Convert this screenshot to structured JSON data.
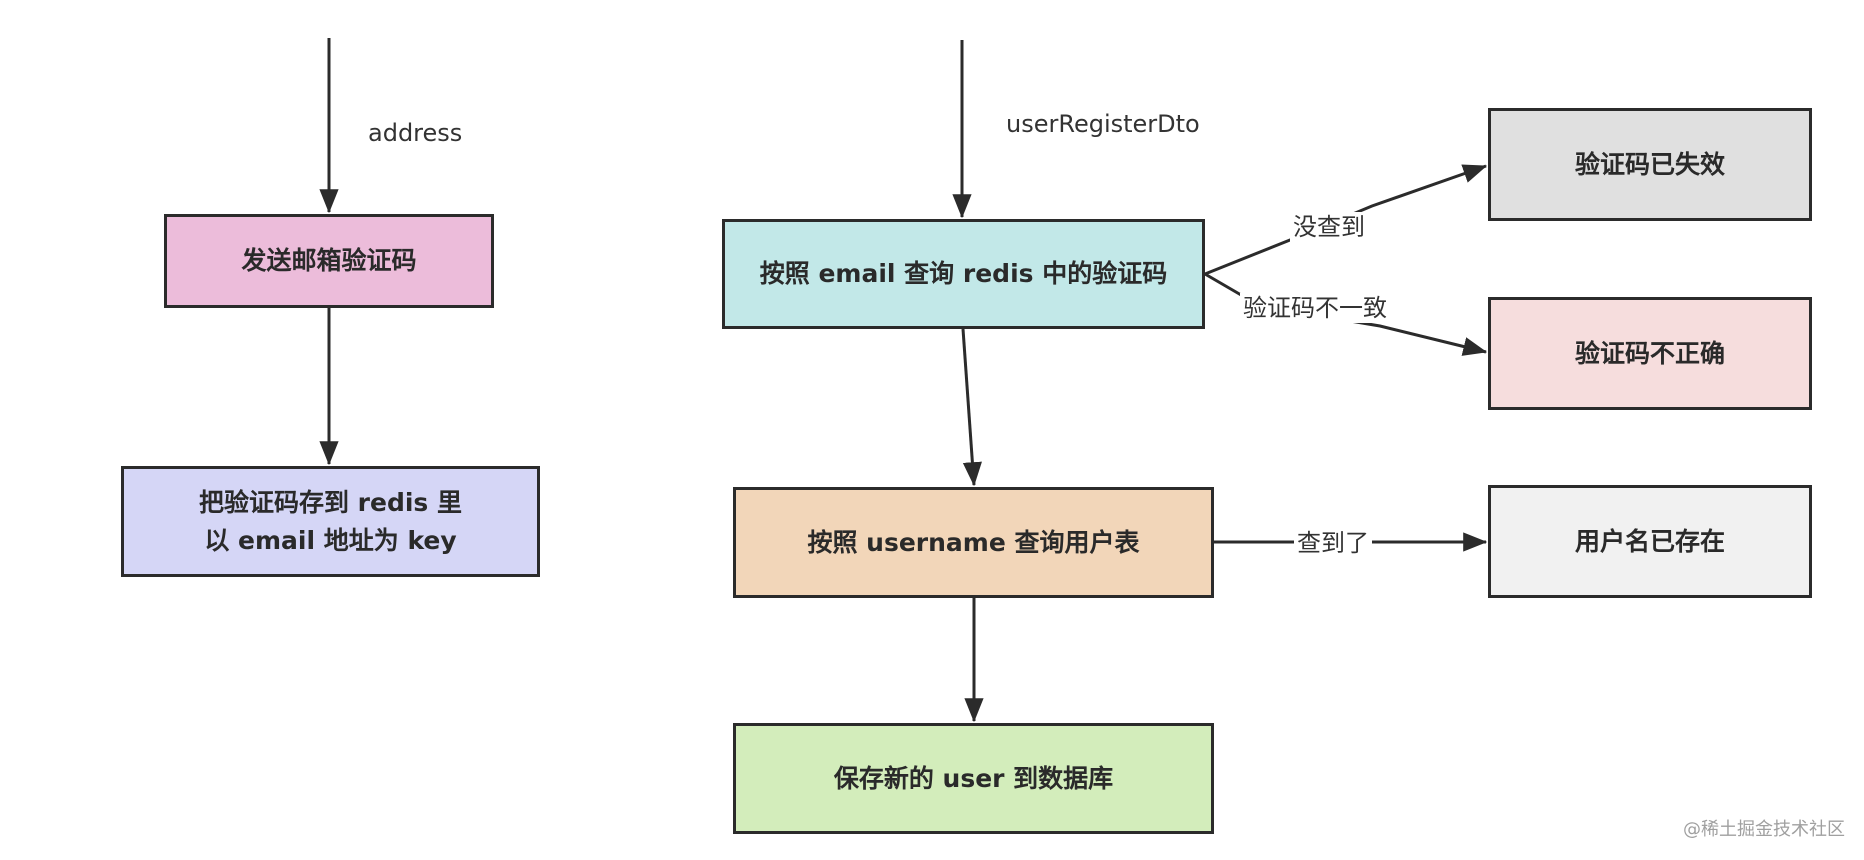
{
  "diagram": {
    "inputs": {
      "address": "address",
      "user_register_dto": "userRegisterDto"
    },
    "boxes": {
      "send_email_code": "发送邮箱验证码",
      "store_code_line1": "把验证码存到 redis 里",
      "store_code_line2": "以 email 地址为 key",
      "query_by_email": "按照 email 查询 redis 中的验证码",
      "query_by_username": "按照 username 查询用户表",
      "save_user": "保存新的 user 到数据库",
      "code_expired": "验证码已失效",
      "code_incorrect": "验证码不正确",
      "username_exists": "用户名已存在"
    },
    "edge_labels": {
      "not_found": "没查到",
      "mismatch": "验证码不一致",
      "found": "查到了"
    },
    "colors": {
      "send_email_code": "#ecbcda",
      "store_code": "#d5d6f6",
      "query_by_email": "#c2e8e8",
      "query_by_username": "#f2d6b9",
      "save_user": "#d3edbb",
      "code_expired": "#e0e0e0",
      "code_incorrect": "#f6dddd",
      "username_exists": "#f1f1f1",
      "stroke": "#2b2b2b"
    }
  },
  "watermark": "@稀土掘金技术社区"
}
